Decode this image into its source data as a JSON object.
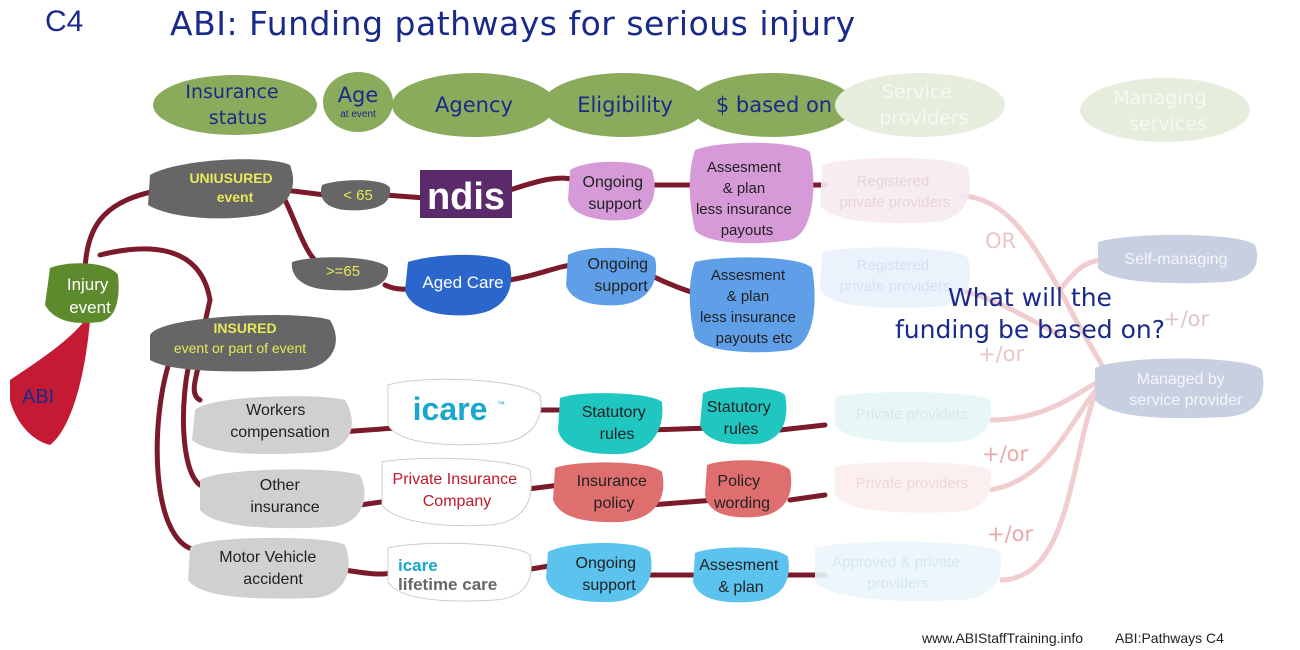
{
  "slide_id": "C4",
  "title": "ABI: Funding pathways for serious injury",
  "headers": {
    "insurance_status": [
      "Insurance",
      "status"
    ],
    "age": "Age",
    "age_sub": "at event",
    "agency": "Agency",
    "eligibility": "Eligibility",
    "based_on": "$ based on",
    "service_providers": [
      "Service",
      "providers"
    ],
    "managing_services": [
      "Managing",
      "services"
    ]
  },
  "nodes": {
    "abi": "ABI",
    "injury_event": [
      "Injury",
      "event"
    ],
    "uninsured": [
      "UNIUSURED",
      "event"
    ],
    "insured": [
      "INSURED",
      "event or part of event"
    ],
    "under65": "< 65",
    "over65": ">=65",
    "ndis_logo": "ndis",
    "aged_care": "Aged Care",
    "workers_comp": [
      "Workers",
      "compensation"
    ],
    "other_insurance": [
      "Other",
      "insurance"
    ],
    "motor_vehicle": [
      "Motor Vehicle",
      "accident"
    ],
    "icare_logo": "icare",
    "icare_tm": "™",
    "private_insurer": [
      "Private Insurance",
      "Company"
    ],
    "icare_lt_top": "icare",
    "icare_lt_bottom": "lifetime care"
  },
  "eligibility": {
    "ndis": [
      "Ongoing",
      "support"
    ],
    "aged": [
      "Ongoing",
      "support"
    ],
    "workers": [
      "Statutory",
      "rules"
    ],
    "other": [
      "Insurance",
      "policy"
    ],
    "motor": [
      "Ongoing",
      "support"
    ]
  },
  "based_on": {
    "ndis": [
      "Assesment",
      "& plan",
      "less insurance",
      "payouts"
    ],
    "aged": [
      "Assesment",
      "& plan",
      "less insurance",
      "payouts etc"
    ],
    "workers": [
      "Statutory",
      "rules"
    ],
    "other": [
      "Policy",
      "wording"
    ],
    "motor": [
      "Assesment",
      "& plan"
    ]
  },
  "providers": {
    "ndis": [
      "Registered",
      "private providers"
    ],
    "aged": [
      "Registered",
      "private providers"
    ],
    "workers": "Private providers",
    "other": "Private providers",
    "motor": [
      "Approved & private",
      "providers"
    ]
  },
  "managing": {
    "self": "Self-managing",
    "provider": [
      "Managed by",
      "service provider"
    ]
  },
  "connectors": {
    "or": "OR",
    "and_or_1": "+/or",
    "and_or_2": "+/or",
    "and_or_3": "+/or",
    "and_or_4": "+/or"
  },
  "question": [
    "What will the",
    "funding be based on?"
  ],
  "footer_url": "www.ABIStaffTraining.info",
  "footer_ref": "ABI:Pathways C4",
  "colors": {
    "title": "#1a2a8a",
    "header_green": "#8aaa5c",
    "connector_line": "#7a1a2a",
    "gray_node": "#666666",
    "ndis_purple": "#5a2a6a",
    "aged_blue": "#2a66cc",
    "purple_blob": "#d79ad8",
    "blue_blob": "#5f9fe8",
    "teal_blob": "#20c6c0",
    "red_blob": "#df6f6f",
    "cyan_blob": "#5bc3ee",
    "abi_red": "#c41a34"
  }
}
